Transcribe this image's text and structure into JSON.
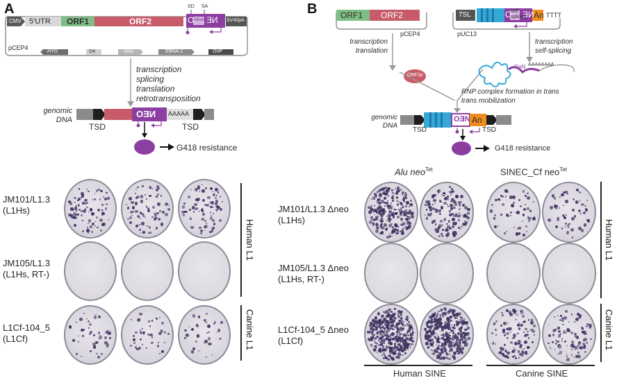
{
  "panel_a": {
    "letter": "A",
    "vector": {
      "cmv": "CMV",
      "utr": "5'UTR",
      "orf1": "ORF1",
      "orf2": "ORF2",
      "sd": "SD",
      "sa": "SA",
      "neo_O": "O",
      "intron": "intron",
      "neo_NE": "NE",
      "sv40": "SV40pA",
      "plasmid": "pCEP4",
      "hyg": "HYG",
      "ori": "Ori",
      "amp": "Amp",
      "ebna": "EBNA-1",
      "orip": "OriP"
    },
    "process": [
      "transcription",
      "splicing",
      "translation",
      "retrotransposition"
    ],
    "genomic": {
      "label1": "genomic",
      "label2": "DNA",
      "neo": "NEO",
      "polyA": "AAAAA",
      "tsd_left": "TSD",
      "tsd_right": "TSD"
    },
    "result": "G418 resistance",
    "rows": [
      {
        "label1": "JM101/L1.3",
        "label2": "(L1Hs)"
      },
      {
        "label1": "JM105/L1.3",
        "label2": "(L1Hs, RT-)"
      },
      {
        "label1": "L1Cf-104_5",
        "label2": "(L1Cf)"
      }
    ],
    "group_human": "Human L1",
    "group_canine": "Canine L1"
  },
  "panel_b": {
    "letter": "B",
    "vec1": {
      "orf1": "ORF1",
      "orf2": "ORF2",
      "plasmid": "pCEP4"
    },
    "vec2": {
      "sl": "7SL",
      "neo_O": "O",
      "self_splicing": "self splicing",
      "neo_NE": "NE",
      "an": "An",
      "tttt": "TTTT",
      "plasmid": "pUC13"
    },
    "left_process": [
      "transcription",
      "translation"
    ],
    "right_process": [
      "transcription",
      "self-splicing"
    ],
    "orf2p": "ORF2p",
    "rna_neo": "OəN",
    "rna_polyA": "AAAAAAAA",
    "rnp": [
      "RNP complex formation in trans",
      "trans mobilization"
    ],
    "genomic": {
      "label1": "genomic",
      "label2": "DNA",
      "neo": "OƎN",
      "an": "An",
      "tsd_left": "TSD",
      "tsd_right": "TSD"
    },
    "result": "G418 resistance",
    "col_alu": "Alu neo",
    "col_alu_sup": "Tet",
    "col_sinec": "SINEC_Cf neo",
    "col_sinec_sup": "Tet",
    "rows": [
      {
        "label1": "JM101/L1.3 Δneo",
        "label2": "(L1Hs)"
      },
      {
        "label1": "JM105/L1.3 Δneo",
        "label2": "(L1Hs, RT-)"
      },
      {
        "label1": "L1Cf-104_5 Δneo",
        "label2": "(L1Cf)"
      }
    ],
    "group_human": "Human L1",
    "group_canine": "Canine L1",
    "bottom_human": "Human SINE",
    "bottom_canine": "Canine SINE"
  }
}
